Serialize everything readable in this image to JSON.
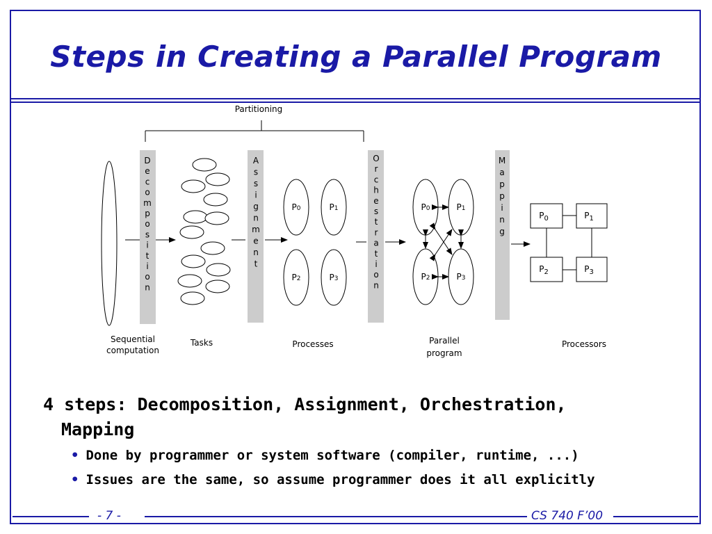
{
  "slide": {
    "title": "Steps in Creating a Parallel Program",
    "page_number": "- 7 -",
    "course": "CS 740 F’00"
  },
  "diagram": {
    "partitioning_label": "Partitioning",
    "phases": [
      {
        "name": "Decomposition",
        "letters": [
          "D",
          "e",
          "c",
          "o",
          "m",
          "p",
          "o",
          "s",
          "i",
          "t",
          "i",
          "o",
          "n"
        ]
      },
      {
        "name": "Assignment",
        "letters": [
          "A",
          "s",
          "s",
          "i",
          "g",
          "n",
          "m",
          "e",
          "n",
          "t"
        ]
      },
      {
        "name": "Orchestration",
        "letters": [
          "O",
          "r",
          "c",
          "h",
          "e",
          "s",
          "t",
          "r",
          "a",
          "t",
          "i",
          "o",
          "n"
        ]
      },
      {
        "name": "Mapping",
        "letters": [
          "M",
          "a",
          "p",
          "p",
          "i",
          "n",
          "g"
        ]
      }
    ],
    "captions": {
      "sequential_1": "Sequential",
      "sequential_2": "computation",
      "tasks": "Tasks",
      "processes": "Processes",
      "parallel_1": "Parallel",
      "parallel_2": "program",
      "processors": "Processors"
    },
    "process_labels": [
      "P0",
      "P1",
      "P2",
      "P3"
    ],
    "proc": {
      "p": "P",
      "s0": "0",
      "s1": "1",
      "s2": "2",
      "s3": "3"
    }
  },
  "text": {
    "main_line1": "4 steps: Decomposition, Assignment, Orchestration,",
    "main_line2": "Mapping",
    "bullet_marker": "•",
    "sub1": "Done by programmer or system software (compiler, runtime, ...)",
    "sub2": "Issues are the same, so assume programmer does it all explicitly"
  },
  "colors": {
    "accent": "#1a1aa6",
    "bar": "#cccccc"
  }
}
